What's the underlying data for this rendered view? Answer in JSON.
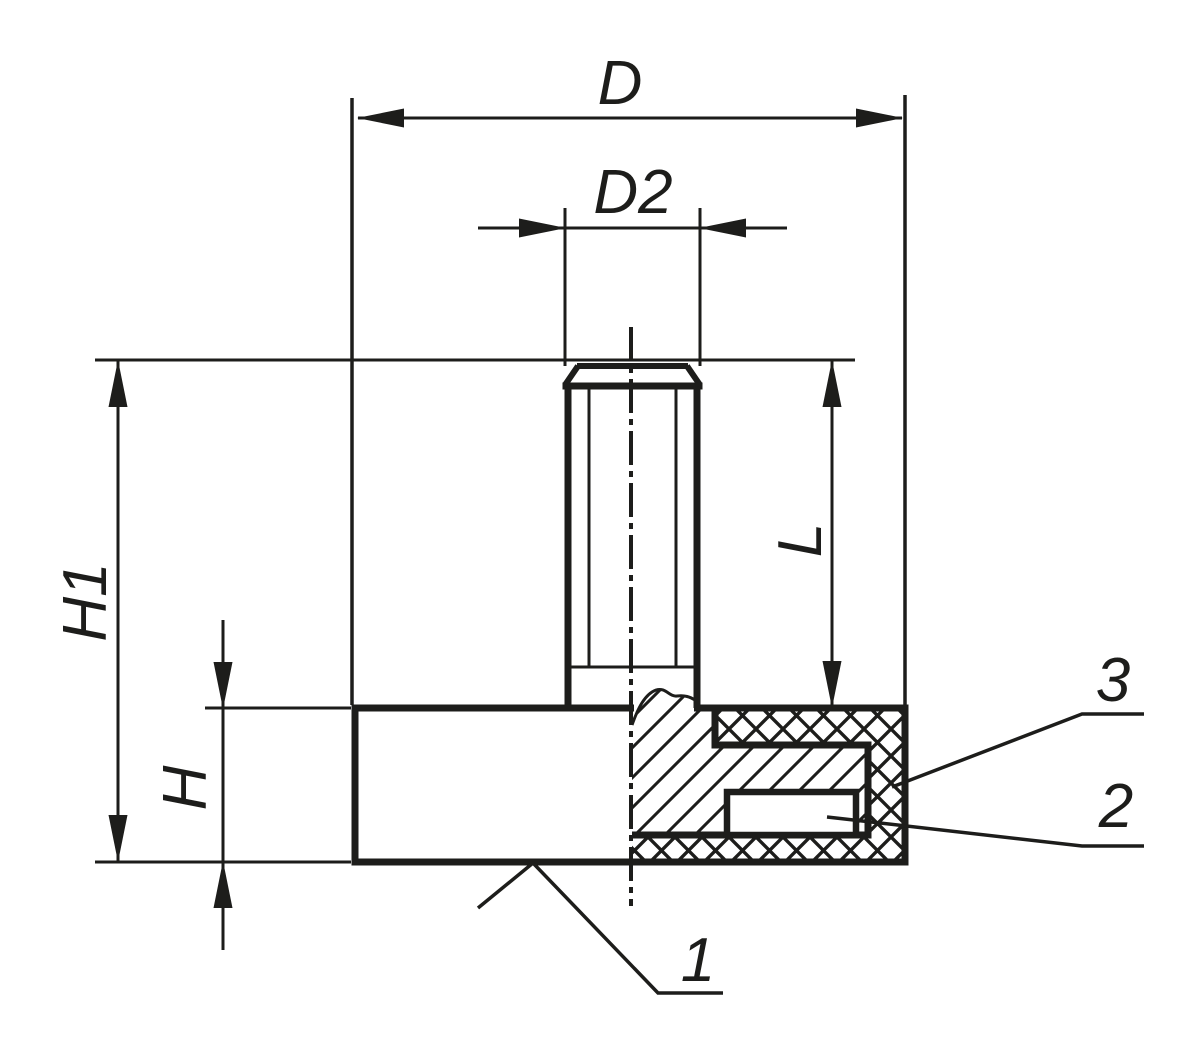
{
  "drawing": {
    "type": "technical-drawing-half-section",
    "background": "#ffffff",
    "line_color": "#1d1d1b",
    "dimensions": {
      "d": "D",
      "d2": "D2",
      "h1": "H1",
      "h": "H",
      "l": "L"
    },
    "callouts": {
      "item1": "1",
      "item2": "2",
      "item3": "3"
    }
  }
}
